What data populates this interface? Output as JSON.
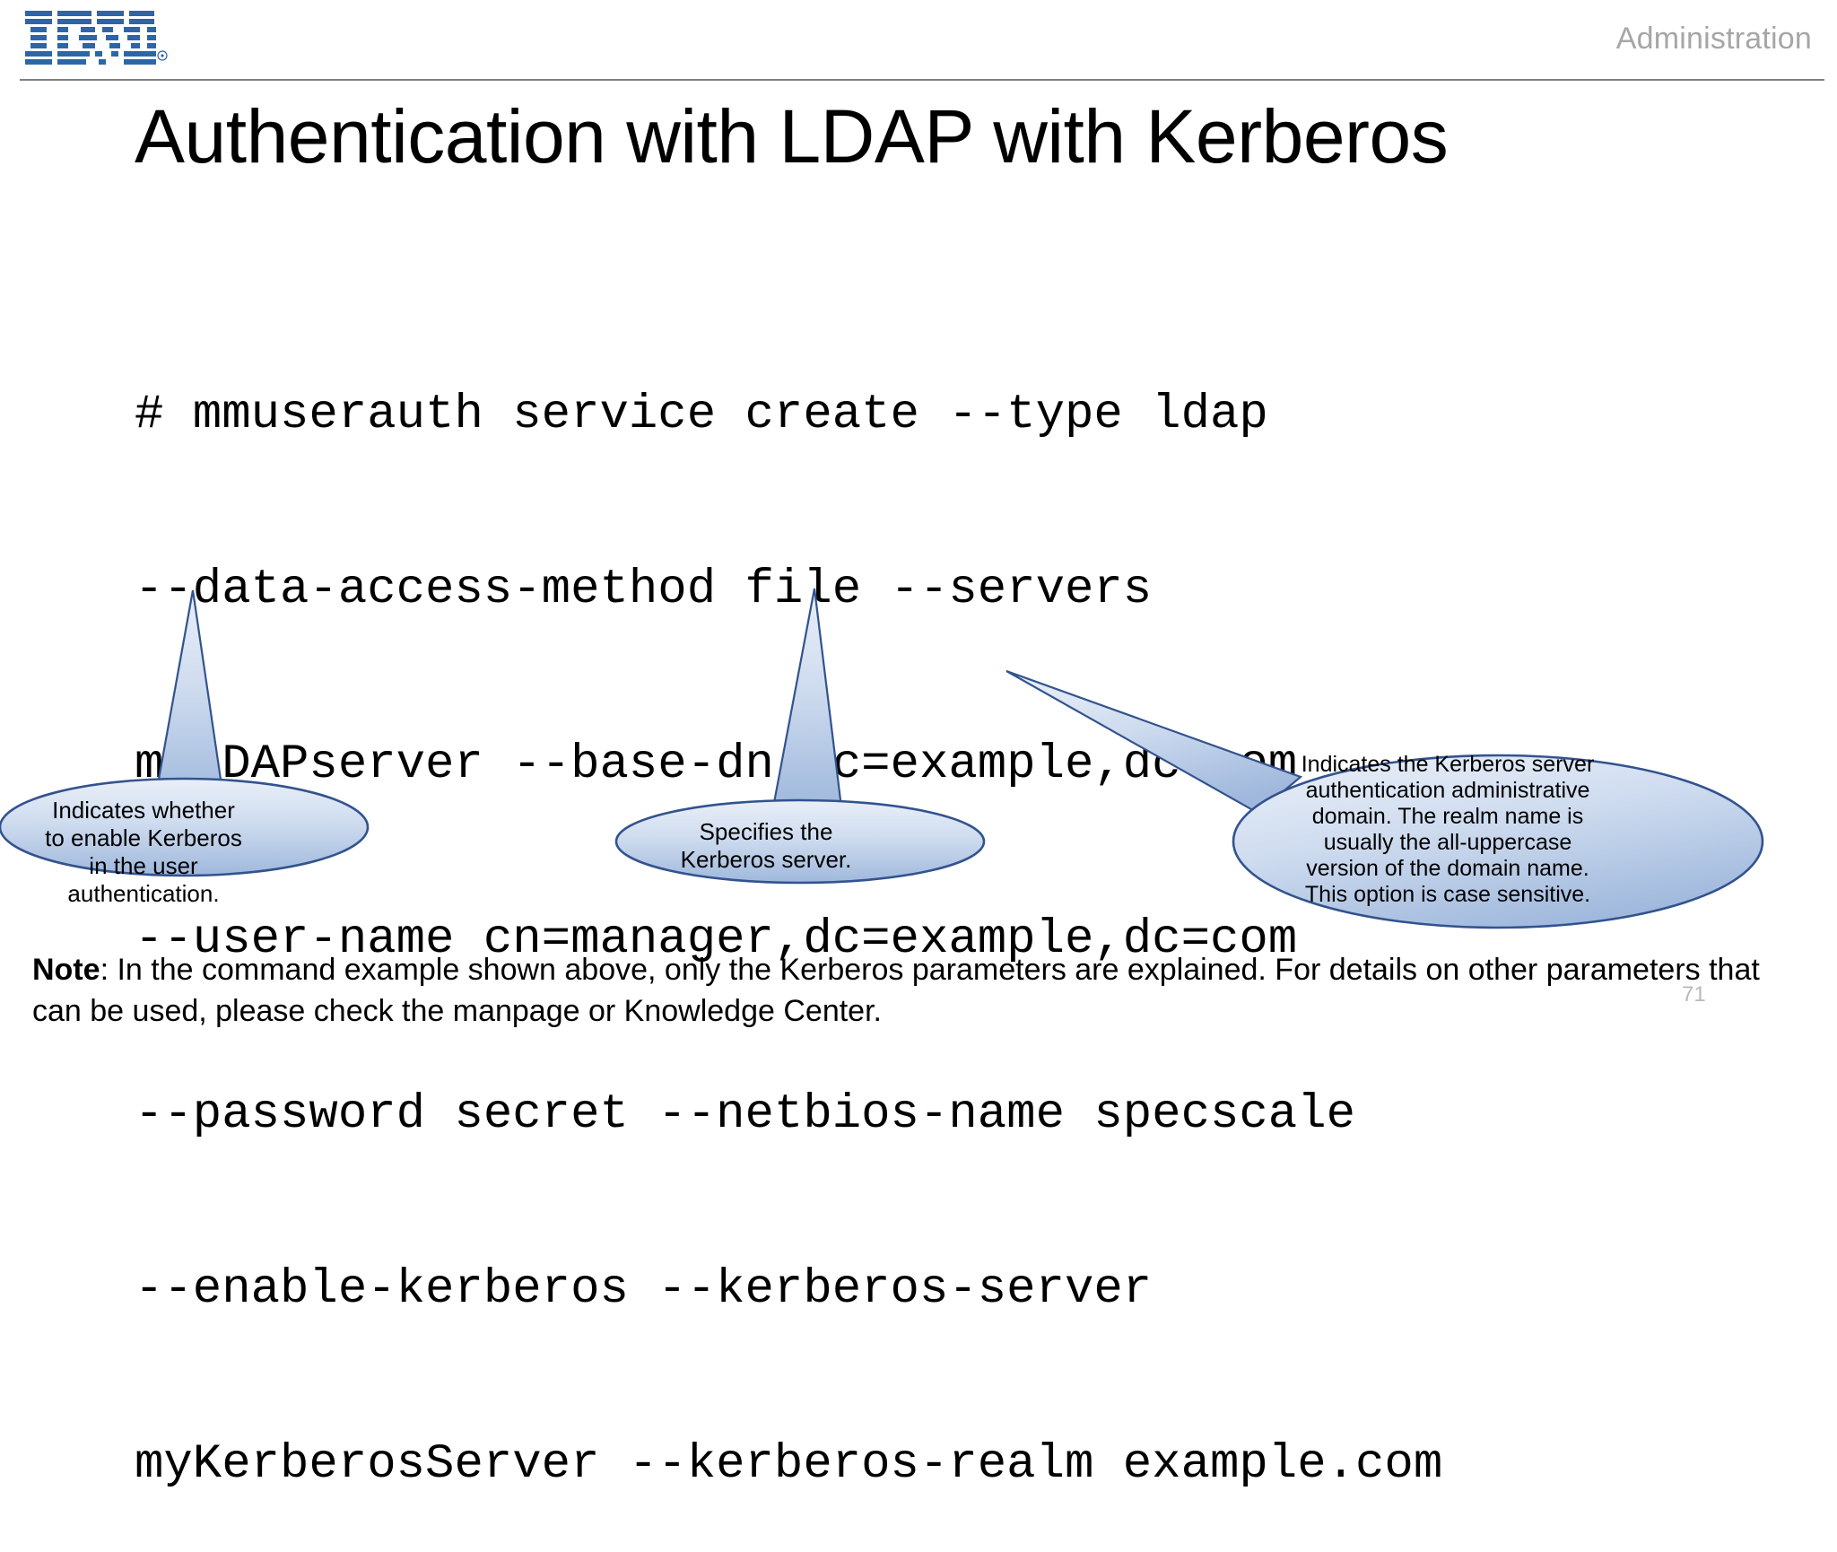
{
  "header": {
    "logo_alt": "IBM",
    "title": "Administration",
    "logo_color": "#2c66a8",
    "rule_color": "#808080",
    "title_color": "#a6a6a6"
  },
  "slide": {
    "title": "Authentication with LDAP with Kerberos",
    "page_number": "71"
  },
  "command": {
    "lines": [
      "# mmuserauth service create --type ldap",
      "--data-access-method file --servers",
      "myLDAPserver --base-dn dc=example,dc=com",
      "--user-name cn=manager,dc=example,dc=com",
      "--password secret --netbios-name specscale",
      "--enable-kerberos --kerberos-server",
      "myKerberosServer --kerberos-realm example.com"
    ],
    "full_text": "# mmuserauth service create --type ldap --data-access-method file --servers myLDAPserver --base-dn dc=example,dc=com --user-name cn=manager,dc=example,dc=com --password secret --netbios-name specscale --enable-kerberos --kerberos-server myKerberosServer --kerberos-realm example.com"
  },
  "callouts": [
    {
      "id": "callout-enable-kerberos",
      "text": "Indicates whether to enable Kerberos in the user authentication.",
      "points_to": "--enable-kerberos",
      "fill_top": "#dbe5f3",
      "fill_bottom": "#9fb8dc",
      "stroke": "#33538e"
    },
    {
      "id": "callout-kerberos-server",
      "text": "Specifies the Kerberos server.",
      "points_to": "--kerberos-server",
      "fill_top": "#dbe5f3",
      "fill_bottom": "#9fb8dc",
      "stroke": "#33538e"
    },
    {
      "id": "callout-kerberos-realm",
      "text": "Indicates the Kerberos server authentication administrative domain. The realm name is usually the all-uppercase version of the domain name. This option is case sensitive.",
      "points_to": "--kerberos-realm",
      "fill_top": "#dbe5f3",
      "fill_bottom": "#9fb8dc",
      "stroke": "#33538e"
    }
  ],
  "note": {
    "label": "Note",
    "separator": ": ",
    "body": "In the command example shown above, only the Kerberos parameters are explained. For details on other parameters that can be used, please check the manpage or Knowledge Center."
  }
}
